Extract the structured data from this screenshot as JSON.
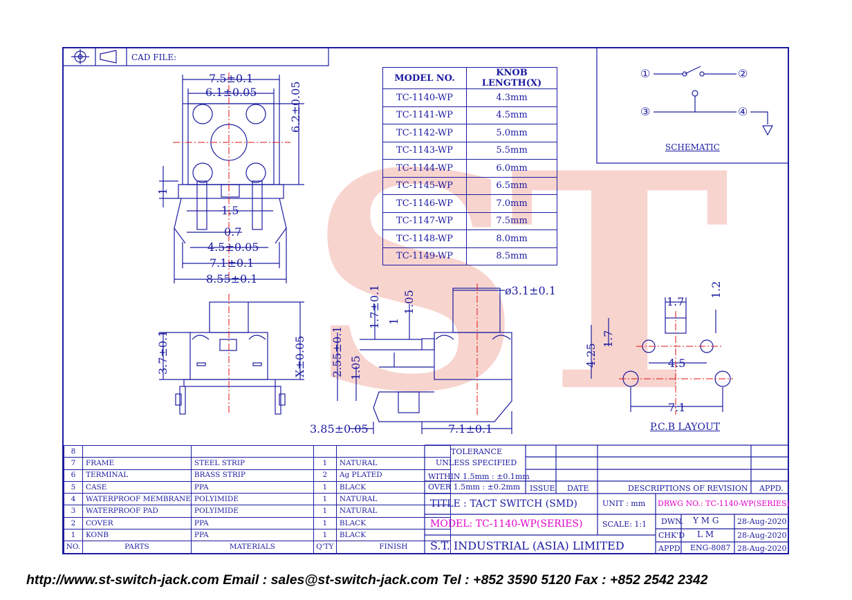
{
  "header": {
    "cad_file_label": "CAD FILE:"
  },
  "watermark": "ST",
  "dimensions": {
    "top_view": [
      "7.5±0.1",
      "6.1±0.05",
      "6.2±0.05",
      "1",
      "1.5",
      "0.7",
      "4.5±0.05",
      "7.1±0.1",
      "8.55±0.1"
    ],
    "front_view": [
      "3.7±0.1",
      "X±0.05"
    ],
    "side_view": [
      "ø3.1±0.1",
      "1.05",
      "1.7±0.1",
      "1",
      "2.55±0.1",
      "1.05",
      "3.85±0.05",
      "7.1±0.1"
    ],
    "pcb": [
      "1.7",
      "1.2",
      "1.7",
      "4.25",
      "4.5",
      "7.1"
    ]
  },
  "knob_table": {
    "headers": [
      "MODEL NO.",
      "KNOB LENGTH(X)"
    ],
    "rows": [
      [
        "TC-1140-WP",
        "4.3mm"
      ],
      [
        "TC-1141-WP",
        "4.5mm"
      ],
      [
        "TC-1142-WP",
        "5.0mm"
      ],
      [
        "TC-1143-WP",
        "5.5mm"
      ],
      [
        "TC-1144-WP",
        "6.0mm"
      ],
      [
        "TC-1145-WP",
        "6.5mm"
      ],
      [
        "TC-1146-WP",
        "7.0mm"
      ],
      [
        "TC-1147-WP",
        "7.5mm"
      ],
      [
        "TC-1148-WP",
        "8.0mm"
      ],
      [
        "TC-1149-WP",
        "8.5mm"
      ]
    ]
  },
  "schematic": {
    "pins": [
      "①",
      "②",
      "③",
      "④"
    ],
    "label": "SCHEMATIC"
  },
  "pcb_layout_label": "P.C.B LAYOUT",
  "parts_table": {
    "rows": [
      [
        "8",
        "",
        "",
        "",
        ""
      ],
      [
        "7",
        "FRAME",
        "STEEL STRIP",
        "1",
        "NATURAL"
      ],
      [
        "6",
        "TERMINAL",
        "BRASS STRIP",
        "2",
        "Ag PLATED"
      ],
      [
        "5",
        "CASE",
        "PPA",
        "1",
        "BLACK"
      ],
      [
        "4",
        "WATERPROOF MEMBRANE",
        "POLYIMIDE",
        "1",
        "NATURAL"
      ],
      [
        "3",
        "WATERPROOF PAD",
        "POLYIMIDE",
        "1",
        "NATURAL"
      ],
      [
        "2",
        "COVER",
        "PPA",
        "1",
        "BLACK"
      ],
      [
        "1",
        "KONB",
        "PPA",
        "1",
        "BLACK"
      ]
    ],
    "headers": [
      "NO.",
      "PARTS",
      "MATERIALS",
      "Q'TY",
      "FINISH"
    ]
  },
  "tolerance": {
    "title": "TOLERANCE",
    "subtitle": "UNLESS   SPECIFIED",
    "within": "WITHIN  1.5mm : ±0.1mm",
    "over": "OVER    1.5mm : ±0.2mm"
  },
  "revision": {
    "issue": "ISSUE",
    "date": "DATE",
    "descriptions": "DESCRIPTIONS  OF  REVISION",
    "appd": "APPD."
  },
  "title_block": {
    "title": "TITLE : TACT SWITCH (SMD)",
    "unit": "UNIT :   mm",
    "drwg_no": "DRWG NO.: TC-1140-WP(SERIES)",
    "model": "MODEL: TC-1140-WP(SERIES)",
    "scale": "SCALE:  1:1",
    "company": "S.T.  INDUSTRIAL  (ASIA)  LIMITED",
    "dwn_label": "DWN.",
    "dwn_value": "Y M G",
    "dwn_date": "28-Aug-2020",
    "chkd_label": "CHK'D",
    "chkd_value": "L M",
    "chkd_date": "28-Aug-2020",
    "appd_label": "APPD.",
    "appd_value": "ENG-8087",
    "appd_date": "28-Aug-2020"
  },
  "footer": "http://www.st-switch-jack.com  Email : sales@st-switch-jack.com  Tel : +852 3590 5120  Fax : +852 2542 2342",
  "colors": {
    "line": "#1a1aa0",
    "center": "#e01010",
    "accent": "#e000c8",
    "watermark": "#f2b8b0"
  }
}
